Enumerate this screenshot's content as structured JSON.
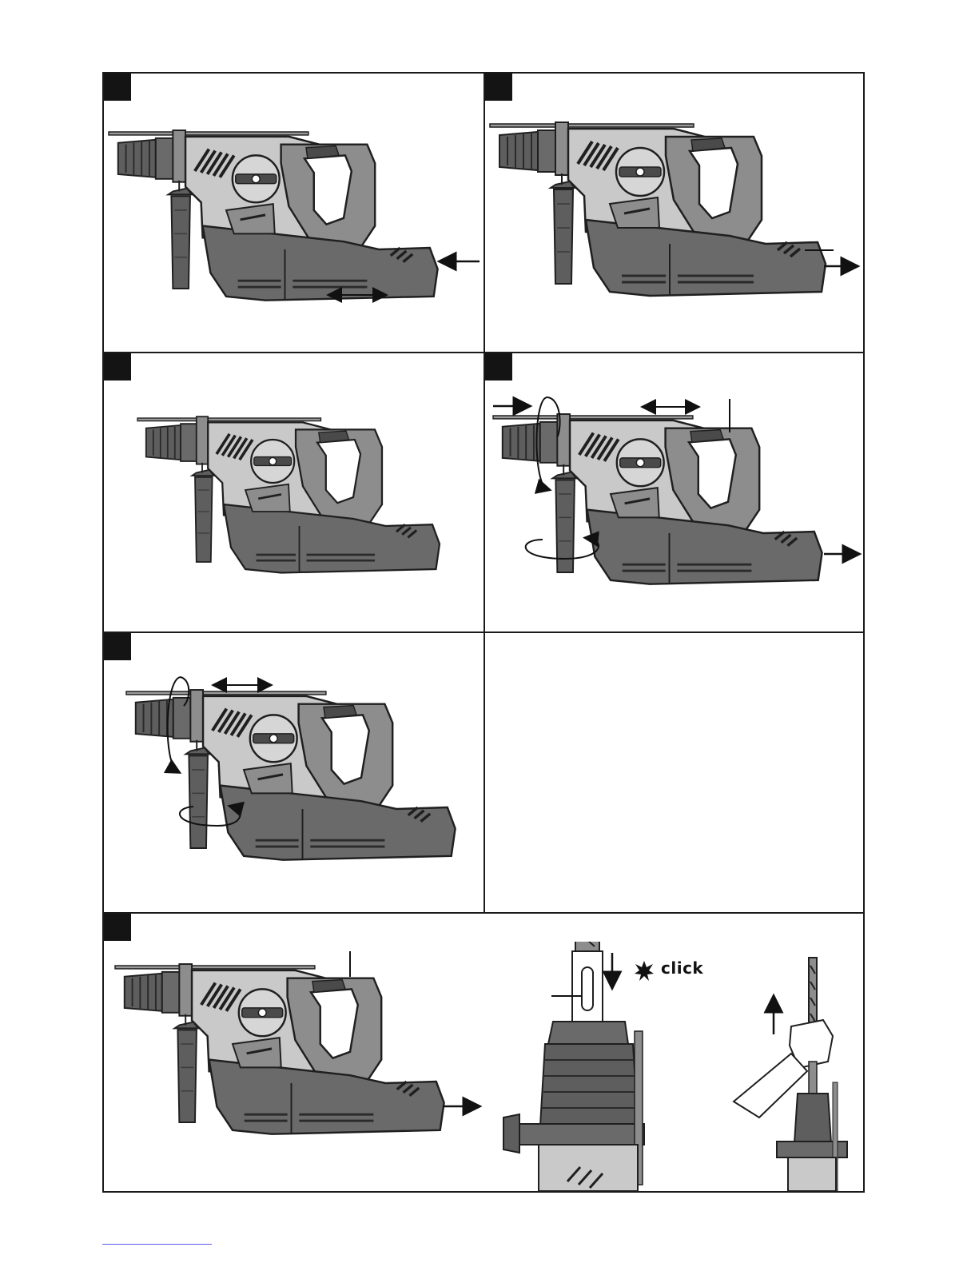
{
  "colors": {
    "frame": "#1a1a1a",
    "housing_light": "#c9c9c9",
    "housing_mid": "#8d8d8d",
    "housing_dark": "#5e5e5e",
    "outline": "#1f1f1f",
    "link": "#5a5af0"
  },
  "panels": [
    {
      "id": "step-1",
      "marker_icon": "step-number-marker",
      "arrows": [
        "double-horizontal-arrow",
        "left-arrow"
      ]
    },
    {
      "id": "step-2",
      "marker_icon": "step-number-marker",
      "arrows": [
        "right-arrow"
      ]
    },
    {
      "id": "step-3",
      "marker_icon": "step-number-marker",
      "arrows": []
    },
    {
      "id": "step-4",
      "marker_icon": "step-number-marker",
      "arrows": [
        "right-arrow",
        "rotate-arrow",
        "double-horizontal-arrow",
        "right-arrow"
      ]
    },
    {
      "id": "step-5",
      "marker_icon": "step-number-marker",
      "arrows": [
        "rotate-arrow",
        "double-horizontal-arrow"
      ]
    },
    {
      "id": "step-6",
      "marker_icon": "step-number-marker",
      "arrows": [
        "right-arrow",
        "down-arrow",
        "up-arrow"
      ]
    }
  ],
  "insert_tool": {
    "click_text": "click",
    "click_icon": "starburst-icon"
  }
}
